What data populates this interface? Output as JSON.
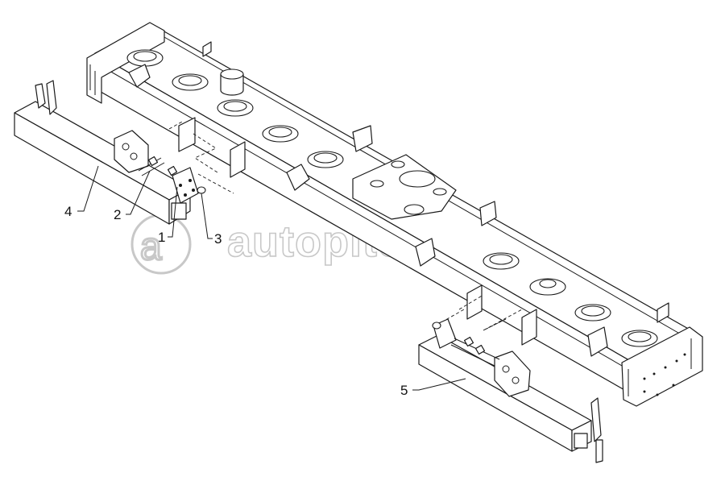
{
  "watermark": {
    "text": "autopiter.ru"
  },
  "callouts": [
    {
      "id": "1",
      "label": "1"
    },
    {
      "id": "2",
      "label": "2"
    },
    {
      "id": "3",
      "label": "3"
    },
    {
      "id": "4",
      "label": "4"
    },
    {
      "id": "5",
      "label": "5"
    }
  ]
}
